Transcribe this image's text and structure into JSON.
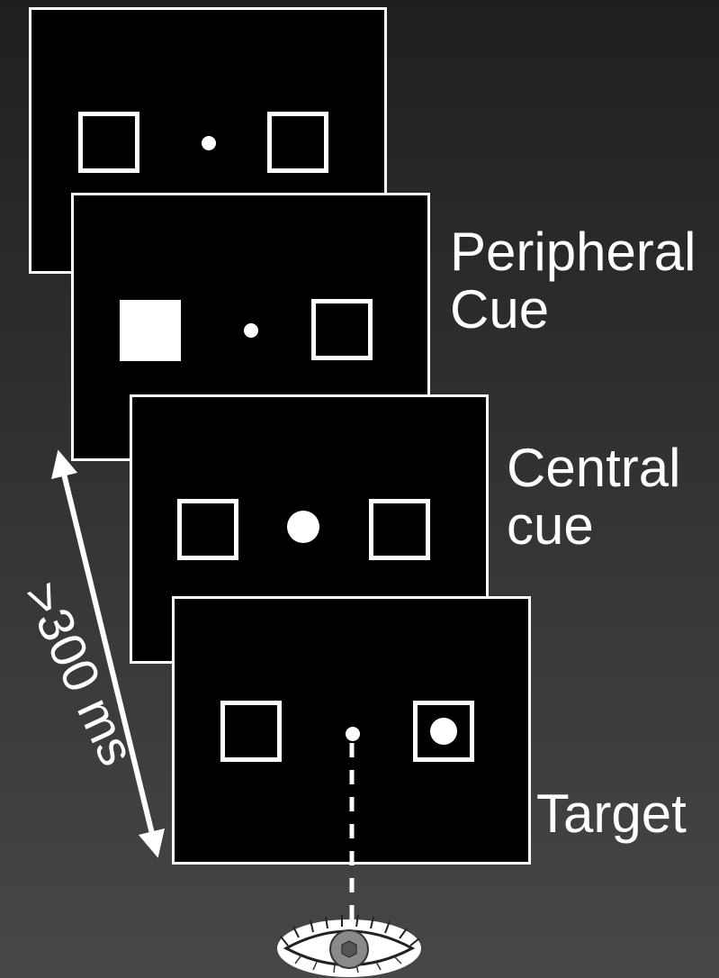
{
  "labels": {
    "peripheral": "Peripheral\nCue",
    "central": "Central\ncue",
    "target": "Target"
  },
  "timing": ">300 ms",
  "colors": {
    "frame": "#000000",
    "stroke": "#ffffff"
  },
  "icons": [
    "double-arrow-icon",
    "eye-icon"
  ]
}
